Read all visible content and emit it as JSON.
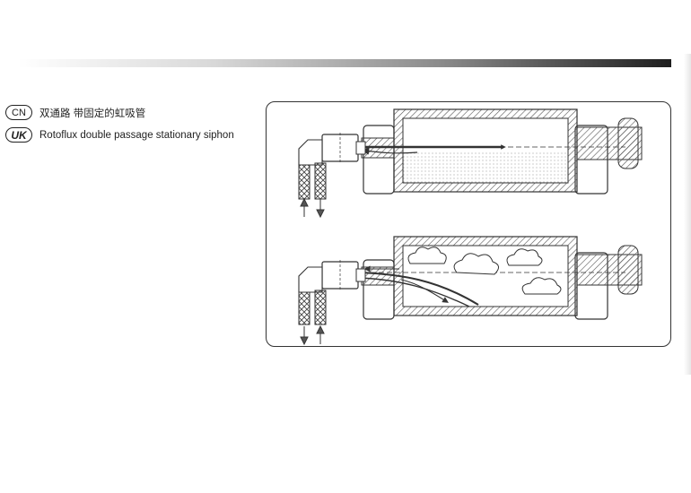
{
  "captions": {
    "cn": {
      "badge": "CN",
      "text": "双通路 带固定的虹吸管"
    },
    "uk": {
      "badge": "UK",
      "text": "Rotoflux double passage stationary siphon"
    }
  },
  "colors": {
    "ink": "#333333",
    "header_bar_dark": "#1e1e1e",
    "hatch": "#555555"
  },
  "icons": {
    "flow_in": "up-arrow-icon",
    "flow_out": "down-arrow-icon",
    "vapor": "cloud-icon"
  }
}
